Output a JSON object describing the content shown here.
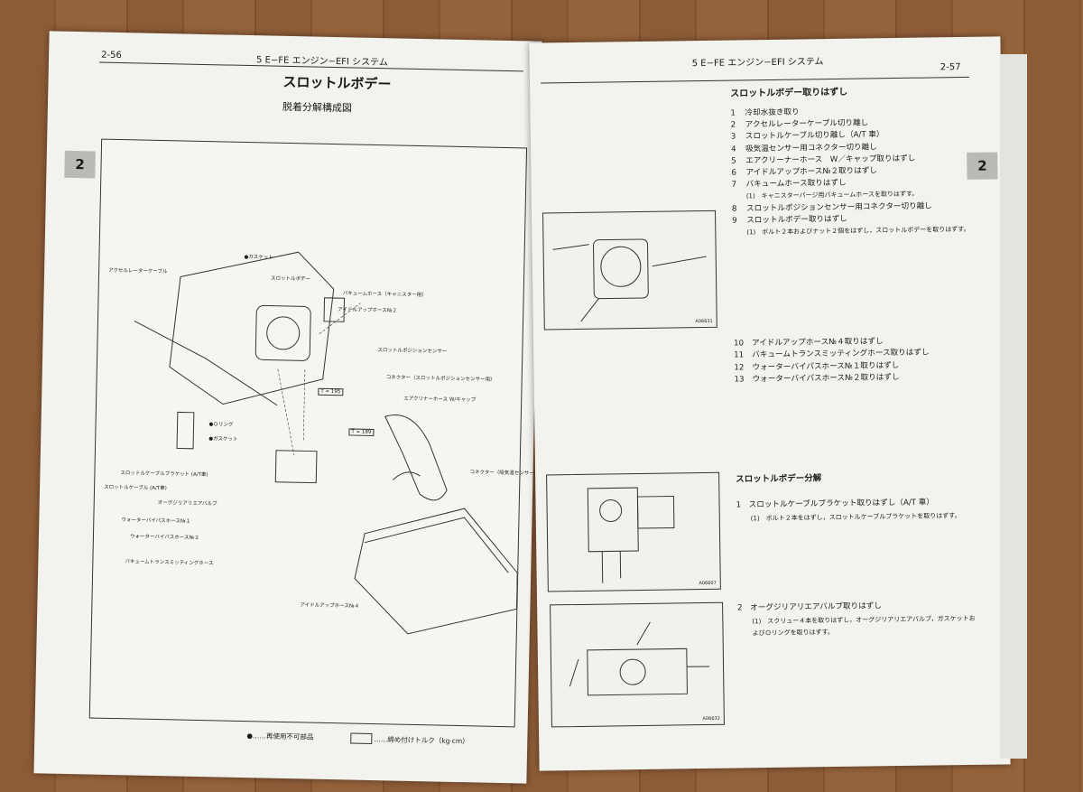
{
  "left_page": {
    "page_number": "2-56",
    "header": "5 E−FE エンジン−EFI システム",
    "title": "スロットルボデー",
    "subtitle": "脱着分解構成図",
    "section_tab": "2",
    "diagram_labels": {
      "gasket_top": "●ガスケット",
      "accel_cable": "アクセルレーターケーブル",
      "throttle_body": "スロットルボデー",
      "vacuum_hose": "バキュームホース（キャニスター用）",
      "idle_up_hose2": "アイドルアップホース№２",
      "tps": "スロットルポジションセンサー",
      "connector_tps": "コネクター（スロットルポジションセンサー用）",
      "air_cleaner_hose": "エアクリナーホース W/キャップ",
      "torque1": "T = 195",
      "torque2": "T = 189",
      "o_ring": "●Ｏリング",
      "gasket2": "●ガスケット",
      "bracket": "スロットルケーブルブラケット (A/T車)",
      "throttle_cable": "スロットルケーブル (A/T車)",
      "auxiliary_air_valve": "オーグジリアリエアバルブ",
      "water_bypass1": "ウォーターバイパスホース№１",
      "water_bypass2": "ウォーターバイパスホース№２",
      "connector_temp": "コネクター（吸気温センサー用）",
      "vacuum_transmitting": "バキュームトランスミッティングホース",
      "idle_up_hose4": "アイドルアップホース№４"
    },
    "legend_nonreusable": "●……再使用不可部品",
    "legend_torque": "……締め付けトルク（kg·cm）"
  },
  "right_page": {
    "page_number": "2-57",
    "header": "5 E−FE エンジン−EFI システム",
    "section_tab": "2",
    "removal_title": "スロットルボデー取りはずし",
    "removal_steps": [
      {
        "num": "1",
        "text": "冷却水抜き取り"
      },
      {
        "num": "2",
        "text": "アクセルレーターケーブル切り離し"
      },
      {
        "num": "3",
        "text": "スロットルケーブル切り離し（A/T 車）"
      },
      {
        "num": "4",
        "text": "吸気温センサー用コネクター切り離し"
      },
      {
        "num": "5",
        "text": "エアクリーナーホース　W／キャップ取りはずし"
      },
      {
        "num": "6",
        "text": "アイドルアップホース№２取りはずし"
      },
      {
        "num": "7",
        "text": "バキュームホース取りはずし"
      }
    ],
    "note7": "(1)　キャニスターパージ用バキュームホースを取りはずす。",
    "removal_steps_b": [
      {
        "num": "8",
        "text": "スロットルポジションセンサー用コネクター切り離し"
      },
      {
        "num": "9",
        "text": "スロットルボデー取りはずし"
      }
    ],
    "note9": "(1)　ボルト２本およびナット２個をはずし，スロットルボデーを取りはずす。",
    "removal_steps_c": [
      {
        "num": "10",
        "text": "アイドルアップホース№４取りはずし"
      },
      {
        "num": "11",
        "text": "バキュームトランスミッティングホース取りはずし"
      },
      {
        "num": "12",
        "text": "ウォーターバイパスホース№１取りはずし"
      },
      {
        "num": "13",
        "text": "ウォーターバイパスホース№２取りはずし"
      }
    ],
    "disassembly_title": "スロットルボデー分解",
    "dis_step1": "1　スロットルケーブルブラケット取りはずし（A/T 車）",
    "dis_note1": "(1)　ボルト２本をはずし，スロットルケーブルブラケットを取りはずす。",
    "dis_step2": "2　オーグジリアリエアバルブ取りはずし",
    "dis_note2": "(1)　スクリュー４本を取りはずし，オーグジリアリエアバルブ，ガスケットおよびＯリングを取りはずす。",
    "fig_codes": [
      "A06631",
      "A06607",
      "A06632"
    ]
  }
}
